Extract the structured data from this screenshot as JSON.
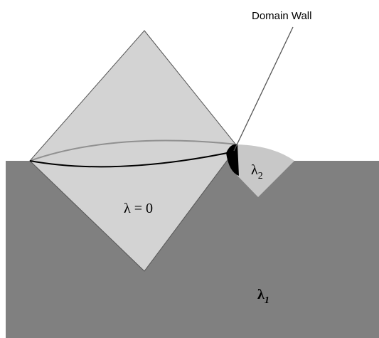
{
  "labels": {
    "domain_wall": "Domain Wall",
    "lambda_zero": "λ = 0",
    "lambda_two_symbol": "λ",
    "lambda_two_sub": "2",
    "lambda_one_symbol": "λ",
    "lambda_one_sub": "1"
  },
  "colors": {
    "background": "#ffffff",
    "bulk_region": "#808080",
    "diamond_fill": "#d3d3d3",
    "bubble_fill": "#c8c8c8",
    "outline": "#555555",
    "wall": "#000000",
    "ellipse_top": "#909090",
    "ellipse_bottom": "#000000"
  }
}
